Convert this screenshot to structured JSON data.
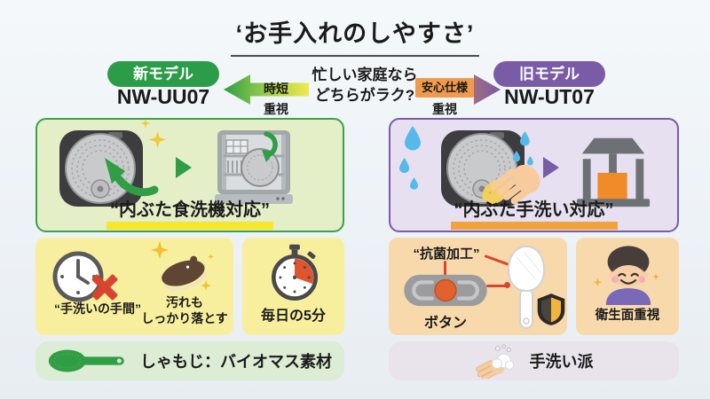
{
  "title": "‘お手入れのしやすさ’",
  "header": {
    "question_line1": "忙しい家庭なら",
    "question_line2": "どちらがラク?",
    "new_model_badge": "新モデル",
    "new_model_name": "NW-UU07",
    "old_model_badge": "旧モデル",
    "old_model_name": "NW-UT07",
    "left_arrow_label": "時短",
    "left_arrow_sublabel": "重視",
    "right_arrow_label": "安心仕様",
    "right_arrow_sublabel": "重視"
  },
  "left_column": {
    "feature_title": "“内ぶた食洗機対応”",
    "benefit1_label": "“手洗いの手間”",
    "benefit2_line1": "汚れも",
    "benefit2_line2": "しっかり落とす",
    "benefit3_label": "毎日の5分",
    "footer_label": "しゃもじ：バイオマス素材"
  },
  "right_column": {
    "feature_title": "“内ぶた手洗い対応”",
    "antibacterial_label": "“抗菌加工”",
    "button_label": "ボタン",
    "hygiene_label": "衛生面重視",
    "footer_label": "手洗い派"
  },
  "colors": {
    "new_model_green": "#2b9c48",
    "old_model_purple": "#7a5ba6",
    "panel_left_bg": "#e4eec7",
    "panel_right_bg": "#e6e0f0",
    "benefit_yellow": "#f8ef9e",
    "benefit_peach": "#f8d9ac",
    "highlight_yellow": "#f6e62e",
    "highlight_orange": "#f1a33c",
    "accent_red": "#d9452c",
    "water_blue": "#55b9e9"
  }
}
